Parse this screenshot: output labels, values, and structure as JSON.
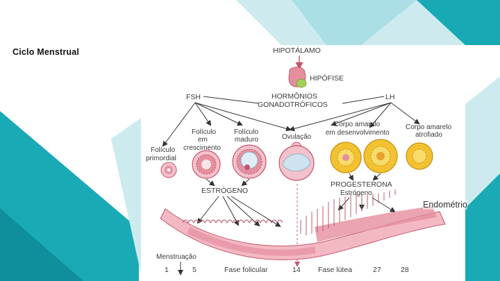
{
  "slide": {
    "title": "Ciclo Menstrual",
    "overlay_label": "Endométrio"
  },
  "diagram": {
    "hypothalamus": "HIPOTÁLAMO",
    "pituitary": "HIPÓFISE",
    "gonadotropins_line1": "HORMÔNIOS",
    "gonadotropins_line2": "GONADOTRÓFICOS",
    "fsh": "FSH",
    "lh": "LH",
    "growing_follicle_line1": "Folículo",
    "growing_follicle_line2": "em",
    "growing_follicle_line3": "crescimento",
    "mature_follicle_line1": "Folículo",
    "mature_follicle_line2": "maduro",
    "ovulation": "Ovulação",
    "developing_cl_line1": "Corpo amarelo",
    "developing_cl_line2": "em desenvolvimento",
    "atrophied_cl_line1": "Corpo amarelo",
    "atrophied_cl_line2": "atrofiado",
    "primordial_follicle_line1": "Folículo",
    "primordial_follicle_line2": "primordial",
    "estrogen": "ESTRÓGENO",
    "progesterone": "PROGESTERONA",
    "estrogen_small": "Estrógeno",
    "menstruation": "Menstruação",
    "day_1": "1",
    "day_5": "5",
    "follicular_phase": "Fase folicular",
    "day_14": "14",
    "luteal_phase": "Fase lútea",
    "day_27": "27",
    "day_28": "28"
  },
  "colors": {
    "teal": "#19aab6",
    "light_teal": "#9fdde3",
    "pale_teal": "#d4eff1",
    "tissue": "#e58f9e",
    "tissue_dark": "#c4566c",
    "yellow": "#f2c230",
    "arrow": "#333333"
  }
}
